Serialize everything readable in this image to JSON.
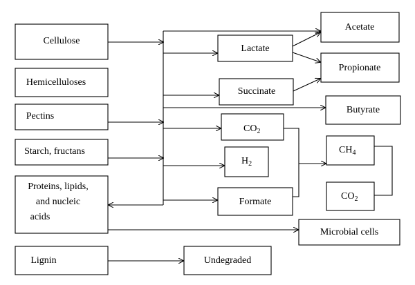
{
  "diagram": {
    "substrates": {
      "cellulose": "Cellulose",
      "hemicelluloses": "Hemicelluloses",
      "pectins": "Pectins",
      "starch": "Starch, fructans",
      "proteins": [
        "Proteins, lipids,",
        "and nucleic",
        "acids"
      ],
      "lignin": "Lignin"
    },
    "intermediates": {
      "lactate": "Lactate",
      "succinate": "Succinate",
      "co2": "CO",
      "co2_sub": "2",
      "h2": "H",
      "h2_sub": "2",
      "formate": "Formate"
    },
    "products": {
      "acetate": "Acetate",
      "propionate": "Propionate",
      "butyrate": "Butyrate",
      "ch4": "CH",
      "ch4_sub": "4",
      "co2b": "CO",
      "co2b_sub": "2",
      "microbial": "Microbial cells",
      "undegraded": "Undegraded"
    }
  }
}
